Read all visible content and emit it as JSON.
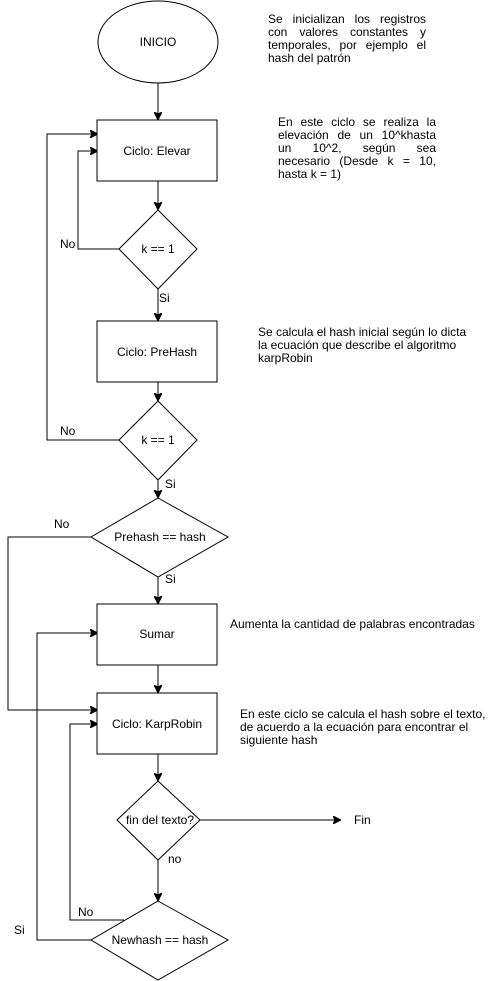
{
  "nodes": {
    "start": "INICIO",
    "elevar": "Ciclo: Elevar",
    "cond1": "k == 1",
    "prehash": "Ciclo: PreHash",
    "cond2": "k == 1",
    "cond3": "Prehash == hash",
    "sumar": "Sumar",
    "karprobin": "Ciclo: KarpRobin",
    "cond4": "fin del texto?",
    "cond5": "Newhash == hash",
    "end": "Fin"
  },
  "edge_labels": {
    "cond1_no": "No",
    "cond1_yes": "Si",
    "cond2_no": "No",
    "cond2_yes": "Si",
    "cond3_no": "No",
    "cond3_yes": "Si",
    "cond4_no": "no",
    "cond5_no": "No",
    "cond5_yes": "Si"
  },
  "notes": {
    "init": "Se inicializan los registros con valores constantes y temporales, por ejemplo el hash del patrón",
    "elevar": "En este ciclo se realiza la elevación de un 10^khasta un 10^2, según sea necesario (Desde k = 10, hasta k = 1)",
    "prehash": "Se calcula el hash inicial según lo dicta la ecuación que describe el algoritmo karpRobin",
    "sumar": "Aumenta la cantidad de palabras encontradas",
    "karprobin": "En este ciclo se calcula el hash sobre el texto, de acuerdo a la ecuación para encontrar el siguiente hash"
  }
}
